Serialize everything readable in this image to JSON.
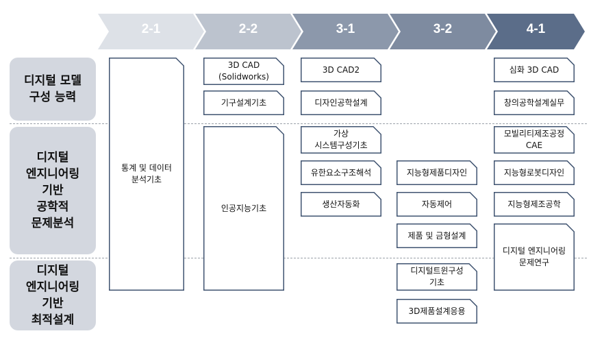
{
  "stages": [
    "2-1",
    "2-2",
    "3-1",
    "3-2",
    "4-1"
  ],
  "colors": {
    "stage_fill": [
      "#dde1e7",
      "#bcc3ce",
      "#8c98ab",
      "#7e8ba0",
      "#5b6d89"
    ],
    "row_fill": "#d3d7df",
    "box_stroke": "#3f5370"
  },
  "competencies": [
    {
      "label": "디지털 모델\n구성 능력"
    },
    {
      "label": "디지털\n엔지니어링\n기반\n공학적\n문제분석"
    },
    {
      "label": "디지털\n엔지니어링\n기반\n최적설계"
    }
  ],
  "courses": {
    "stats": "통계 및 데이터\n분석기초",
    "cad3d": "3D CAD\n(Solidworks)",
    "mech_design": "기구설계기초",
    "ai": "인공지능기초",
    "cad3d2": "3D CAD2",
    "design_eng": "디자인공학설계",
    "virtual_sys": "가상\n시스템구성기초",
    "fea": "유한요소구조해석",
    "prod_auto": "생산자동화",
    "smart_product": "지능형제품디자인",
    "auto_control": "자동제어",
    "mold_design": "제품 및 금형설계",
    "digital_twin": "디지털트윈구성\n기초",
    "product_app": "3D제품설계응용",
    "adv_cad": "심화 3D CAD",
    "creative_eng": "창의공학설계실무",
    "mobility_cae": "모빌리티제조공정\nCAE",
    "smart_robot": "지능형로봇디자인",
    "smart_mfg": "지능형제조공학",
    "de_research": "디지털 엔지니어링\n문제연구"
  }
}
